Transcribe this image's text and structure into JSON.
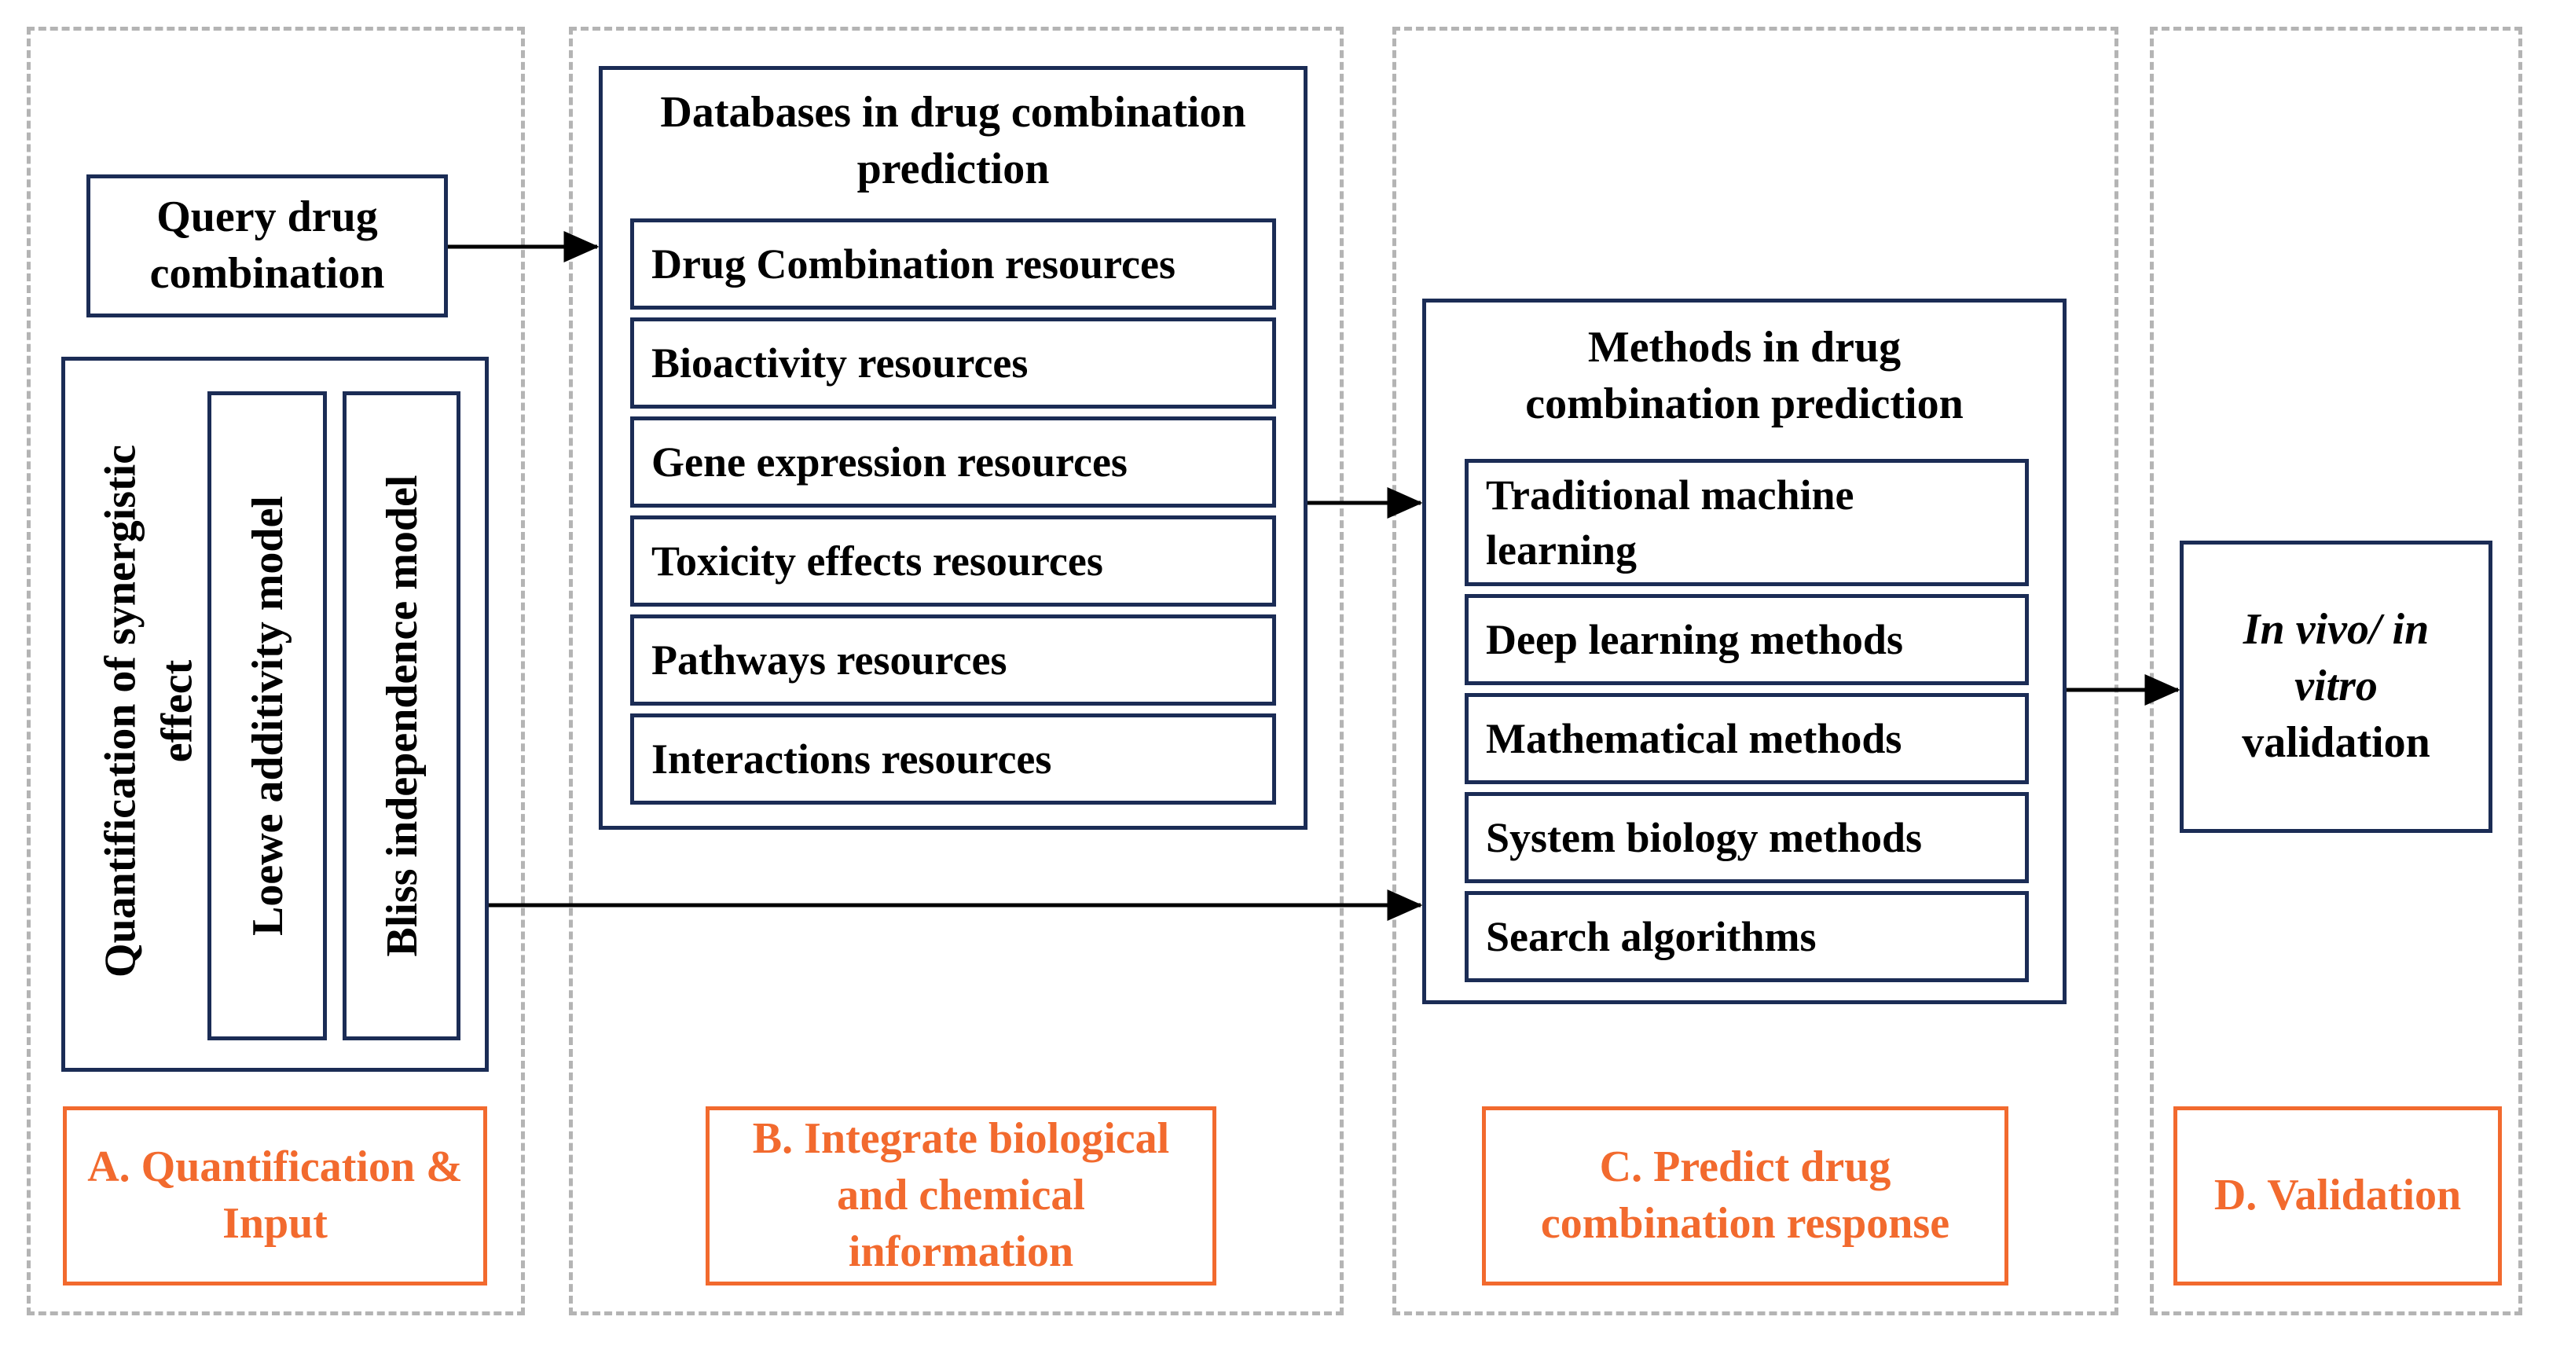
{
  "panels": {
    "a": {
      "query_box": "Query drug combination",
      "synergy_title": "Quantification of synergistic effect",
      "models": [
        "Loewe additivity model",
        "Bliss independence model"
      ],
      "label": "A. Quantification & Input"
    },
    "b": {
      "title": "Databases in drug combination prediction",
      "items": [
        "Drug Combination resources",
        "Bioactivity resources",
        "Gene expression resources",
        "Toxicity effects resources",
        "Pathways resources",
        "Interactions resources"
      ],
      "label": "B. Integrate biological and chemical information"
    },
    "c": {
      "title": "Methods in drug combination prediction",
      "items": [
        "Traditional machine learning",
        "Deep learning methods",
        "Mathematical methods",
        "System biology methods",
        "Search algorithms"
      ],
      "label": "C. Predict drug combination response"
    },
    "d": {
      "validation_italic": "In vivo/ in vitro",
      "validation_rest": "validation",
      "label": "D. Validation"
    }
  },
  "colors": {
    "box_border": "#1b2c55",
    "accent_orange": "#f26a2e",
    "dashed_border": "#b4b4b4"
  }
}
